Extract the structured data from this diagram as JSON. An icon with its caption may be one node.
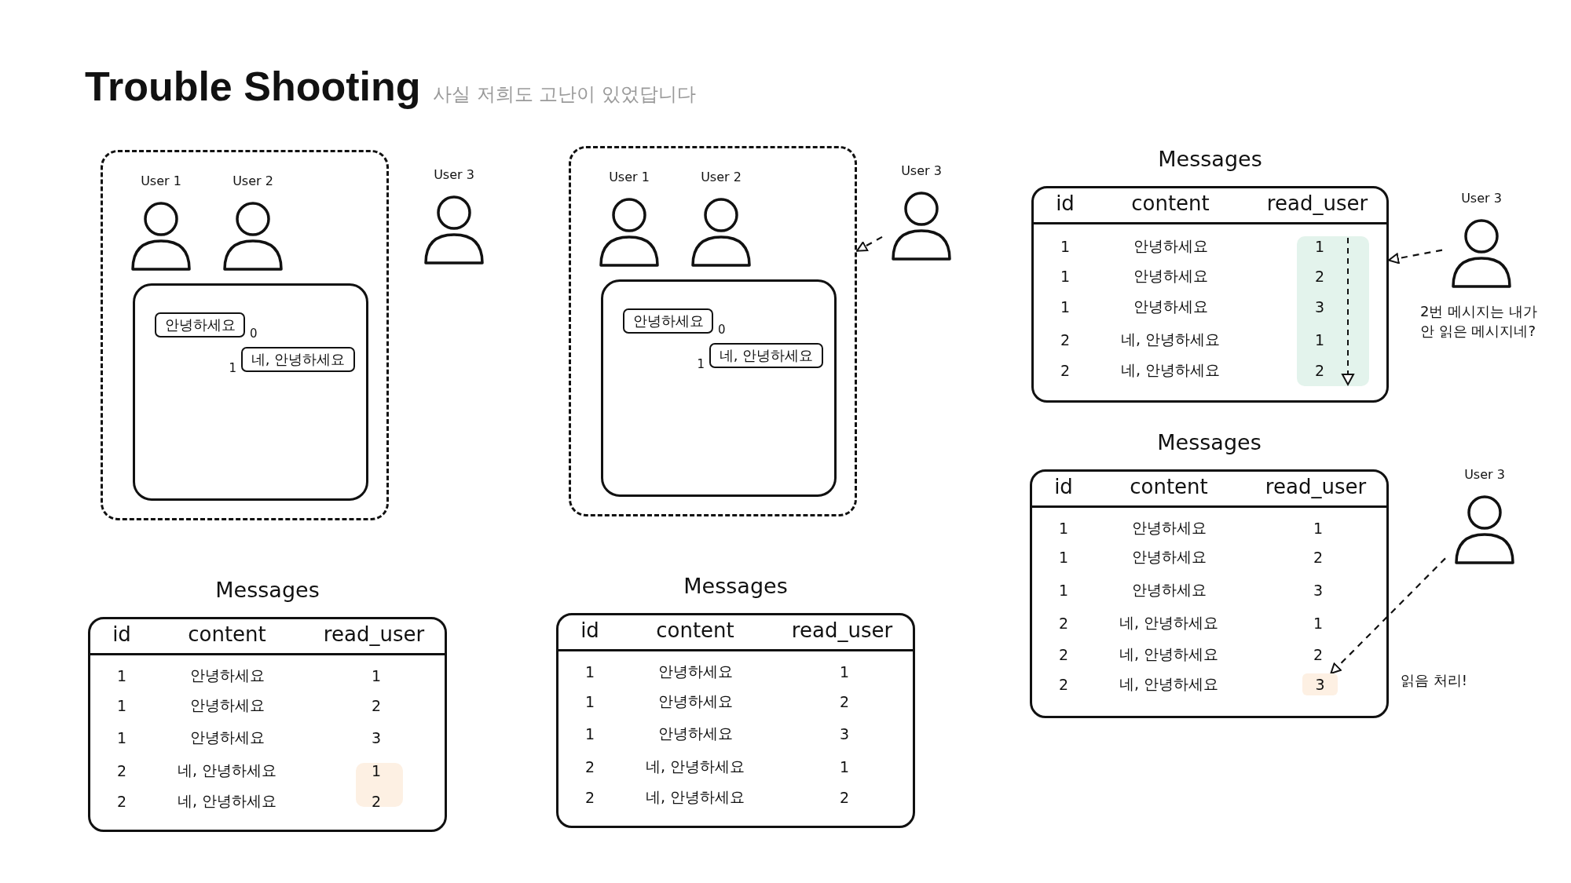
{
  "diagram": {
    "title": "Trouble Shooting",
    "nodes": [
      {
        "text": [],
        "shape": "box"
      },
      {
        "text": [
          "User 1"
        ],
        "in": 0
      },
      {
        "text": [
          "User 2"
        ],
        "in": 0
      },
      {
        "text": [],
        "shape": "box",
        "in": 0
      },
      {
        "text": [
          "안녕하세요"
        ],
        "beside": [
          "0"
        ],
        "in": 3
      },
      {
        "text": [
          "네, 안녕하세요"
        ],
        "beside": [
          "1"
        ],
        "in": 3
      },
      {
        "text": [
          "User 3"
        ]
      },
      {
        "text": [],
        "shape": "box"
      },
      {
        "text": [
          "User 1"
        ],
        "in": 7
      },
      {
        "text": [
          "User 2"
        ],
        "in": 7
      },
      {
        "text": [],
        "shape": "box",
        "in": 7
      },
      {
        "text": [
          "안녕하세요"
        ],
        "beside": [
          "0"
        ],
        "in": 10
      },
      {
        "text": [
          "네, 안녕하세요"
        ],
        "beside": [
          "1"
        ],
        "in": 10
      },
      {
        "text": [
          "User 3"
        ]
      },
      {
        "text": [
          "Messages"
        ]
      },
      {
        "text": [
          "Messages"
        ]
      },
      {
        "text": [
          "Messages"
        ]
      },
      {
        "text": [
          "User 3"
        ]
      },
      {
        "text": [
          "Messages"
        ]
      },
      {
        "text": [
          "3"
        ],
        "in": 18
      },
      {
        "text": [
          "User 3"
        ]
      }
    ],
    "edges": [
      {
        "from": 13,
        "to": 7,
        "arrow": "to",
        "style": "dashed"
      },
      {
        "from": 17,
        "to": 16,
        "arrow": "to",
        "style": "dashed"
      },
      {
        "from": 20,
        "to": 19,
        "arrow": "to",
        "style": "dashed"
      }
    ],
    "labels": [
      "사실 저희도 고난이 있었답니다",
      "id",
      "content",
      "read_user",
      "1",
      "안녕하세요",
      "1",
      "1",
      "안녕하세요",
      "2",
      "1",
      "안녕하세요",
      "3",
      "2",
      "네, 안녕하세요",
      "1",
      "2",
      "네, 안녕하세요",
      "2",
      "id",
      "content",
      "read_user",
      "1",
      "안녕하세요",
      "1",
      "1",
      "안녕하세요",
      "2",
      "1",
      "안녕하세요",
      "3",
      "2",
      "네, 안녕하세요",
      "1",
      "2",
      "네, 안녕하세요",
      "2",
      "id",
      "content",
      "read_user",
      "1",
      "안녕하세요",
      "1",
      "1",
      "안녕하세요",
      "2",
      "1",
      "안녕하세요",
      "3",
      "2",
      "네, 안녕하세요",
      "1",
      "2",
      "네, 안녕하세요",
      "2",
      "2번 메시지는 내가 안 읽은 메시지네?",
      "id",
      "content",
      "read_user",
      "1",
      "안녕하세요",
      "1",
      "1",
      "안녕하세요",
      "2",
      "1",
      "안녕하세요",
      "3",
      "2",
      "네, 안녕하세요",
      "1",
      "2",
      "네, 안녕하세요",
      "2",
      "2",
      "네, 안녕하세요",
      "읽음 처리!"
    ]
  }
}
